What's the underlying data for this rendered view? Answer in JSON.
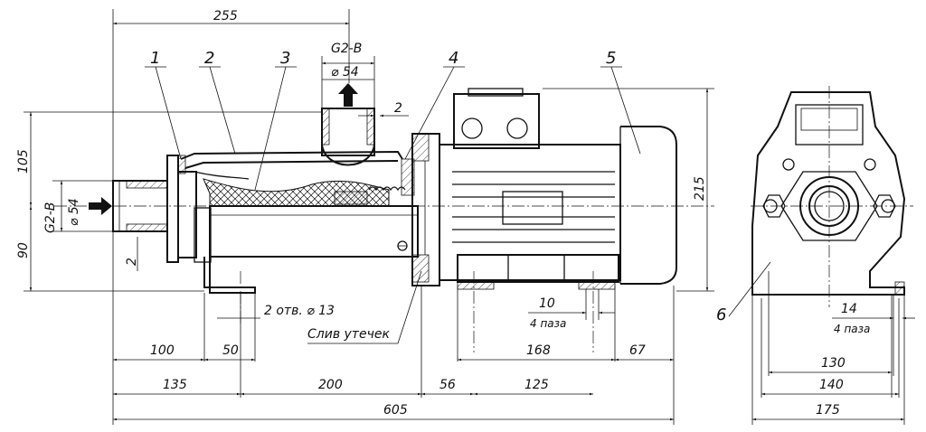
{
  "dimensions": {
    "overall_top": "255",
    "inlet_thread": "G2-B",
    "inlet_diameter": "⌀ 54",
    "outlet_thread": "G2-B",
    "outlet_diameter": "⌀ 54",
    "outlet_gap": "2",
    "inlet_gap": "2",
    "height_upper": "105",
    "height_lower": "90",
    "total_height": "215",
    "d100": "100",
    "d50": "50",
    "d135": "135",
    "d200": "200",
    "d56": "56",
    "d125": "125",
    "d168": "168",
    "d67": "67",
    "d605": "605",
    "d10": "10",
    "d10_note": "4 паза",
    "d14": "14",
    "d14_note": "4 паза",
    "d130": "130",
    "d140": "140",
    "d175": "175"
  },
  "notes": {
    "holes": "2 отв. ⌀ 13",
    "drain": "Слив утечек"
  },
  "callouts": [
    "1",
    "2",
    "3",
    "4",
    "5",
    "6"
  ]
}
